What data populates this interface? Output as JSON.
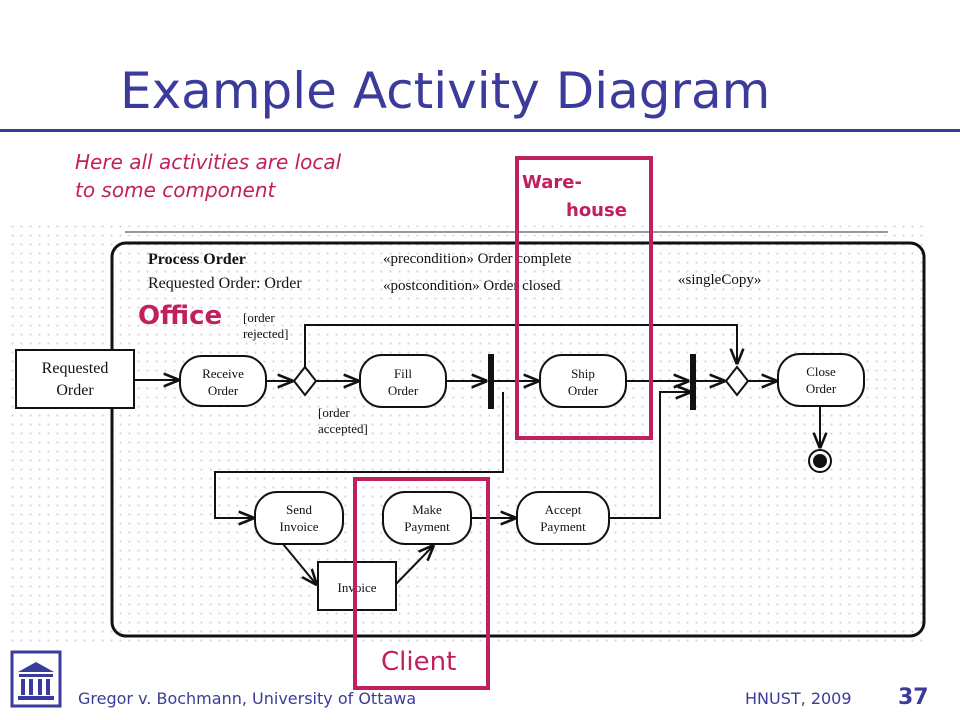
{
  "slide": {
    "title": "Example Activity Diagram",
    "note_line1": "Here all activities are local",
    "note_line2": "to some component",
    "page_number": "37"
  },
  "footer": {
    "author": "Gregor v. Bochmann, University of Ottawa",
    "venue": "HNUST, 2009"
  },
  "overlays": {
    "warehouse_line1": "Ware-",
    "warehouse_line2": "house",
    "office": "Office",
    "client": "Client"
  },
  "diagram": {
    "header_name": "Process Order",
    "header_param": "Requested Order: Order",
    "precondition": "«precondition» Order complete",
    "postcondition": "«postcondition» Order closed",
    "single_copy": "«singleCopy»",
    "requested_order_l1": "Requested",
    "requested_order_l2": "Order",
    "receive_l1": "Receive",
    "receive_l2": "Order",
    "fill_l1": "Fill",
    "fill_l2": "Order",
    "ship_l1": "Ship",
    "ship_l2": "Order",
    "close_l1": "Close",
    "close_l2": "Order",
    "send_l1": "Send",
    "send_l2": "Invoice",
    "make_l1": "Make",
    "make_l2": "Payment",
    "accept_l1": "Accept",
    "accept_l2": "Payment",
    "invoice": "Invoice",
    "guard_rejected_l1": "[order",
    "guard_rejected_l2": "rejected]",
    "guard_accepted_l1": "[order",
    "guard_accepted_l2": "accepted]"
  },
  "colors": {
    "title_blue": "#3b3b9b",
    "highlight_magenta": "#c0205e"
  }
}
